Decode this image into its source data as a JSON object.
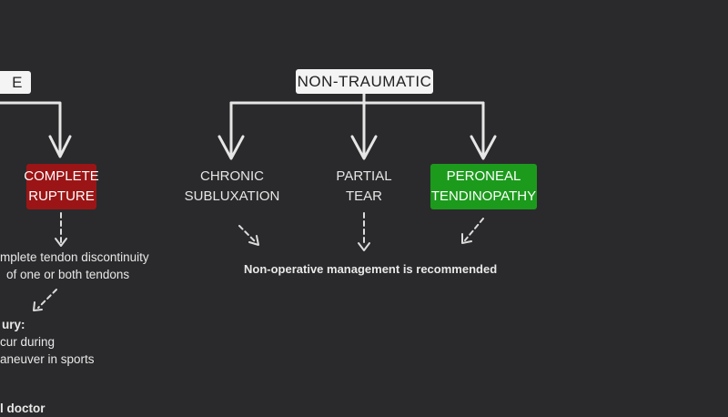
{
  "categories": {
    "non_traumatic": "NON-TRAUMATIC",
    "traumatic_partial": "E"
  },
  "nodes": {
    "complete_rupture": {
      "lines": [
        "COMPLETE",
        "RUPTURE"
      ],
      "color": "#9b1516"
    },
    "chronic_subluxation": {
      "lines": [
        "CHRONIC",
        "SUBLUXATION"
      ]
    },
    "partial_tear": {
      "lines": [
        "PARTIAL",
        "TEAR"
      ]
    },
    "peroneal_tendinopathy": {
      "lines": [
        "PERONEAL",
        "TENDINOPATHY"
      ],
      "color": "#1c9a1c"
    }
  },
  "notes": {
    "rupture_description": [
      "mplete tendon discontinuity",
      "of one or both tendons"
    ],
    "non_operative": "Non-operative management is recommended",
    "injury_heading": "ury:",
    "injury_lines": [
      "cur during",
      "aneuver in sports"
    ],
    "doctor_partial": "l doctor"
  },
  "colors": {
    "background": "#2a2a2c",
    "chalk": "#eeeeee",
    "rupture_red": "#9b1516",
    "tendinopathy_green": "#1c9a1c"
  }
}
